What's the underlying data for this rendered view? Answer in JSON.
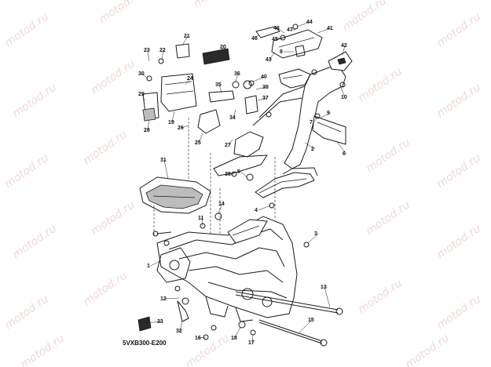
{
  "watermark": "motod.ru",
  "diagram_code": "5VXB300-E200",
  "callouts": [
    "1",
    "2",
    "3",
    "4",
    "5",
    "6",
    "7",
    "8",
    "9",
    "10",
    "11",
    "12",
    "13",
    "14",
    "15",
    "16",
    "17",
    "18",
    "19",
    "20",
    "21",
    "22",
    "23",
    "24",
    "25",
    "26",
    "27",
    "28",
    "29",
    "30",
    "31",
    "32",
    "33",
    "34",
    "35",
    "36",
    "37",
    "38",
    "39",
    "40",
    "41",
    "42",
    "43",
    "44",
    "45",
    "46",
    "47",
    "48"
  ]
}
